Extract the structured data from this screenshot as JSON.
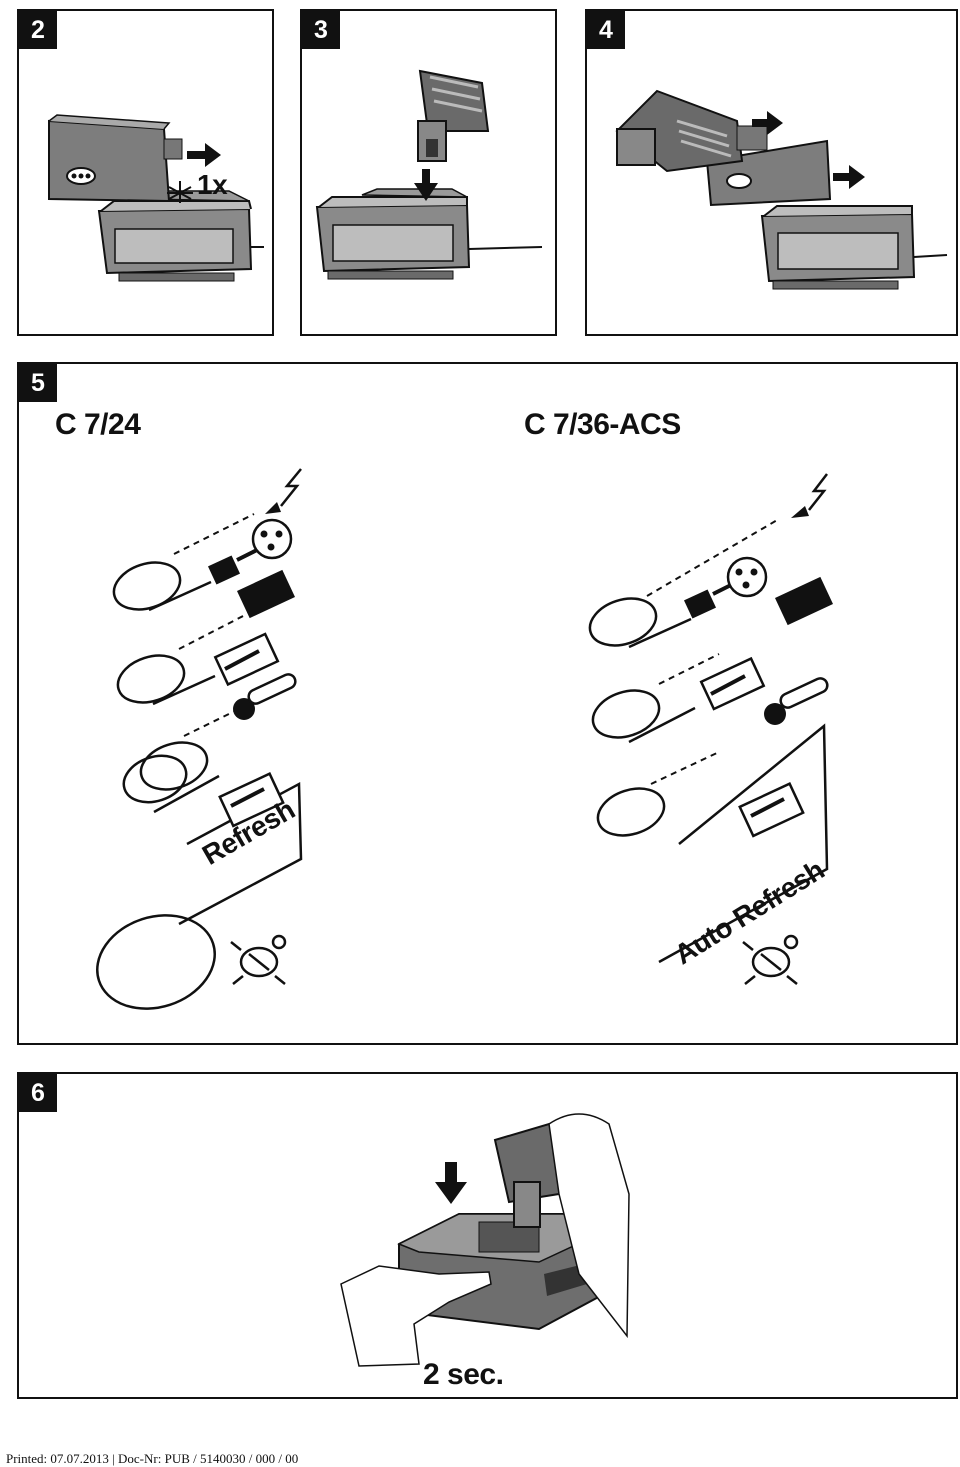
{
  "panels": {
    "p2": {
      "number": "2",
      "badge": "1x"
    },
    "p3": {
      "number": "3"
    },
    "p4": {
      "number": "4"
    },
    "p5": {
      "number": "5",
      "left_title": "C 7/24",
      "right_title": "C 7/36-ACS",
      "left_refresh": "Refresh",
      "right_refresh": "Auto Refresh"
    },
    "p6": {
      "number": "6",
      "caption": "2 sec."
    }
  },
  "footer": "Printed: 07.07.2013 | Doc-Nr: PUB / 5140030 / 000 / 00",
  "icons": [
    "arrow-right-icon",
    "arrow-down-icon",
    "battery-icon",
    "charger-icon",
    "plug-icon",
    "socket-icon",
    "lightning-icon",
    "thermometer-icon",
    "turtle-icon",
    "hand-icon"
  ],
  "colors": {
    "ink": "#111111",
    "device_gray": "#8a8a8a",
    "device_dark": "#555555"
  }
}
